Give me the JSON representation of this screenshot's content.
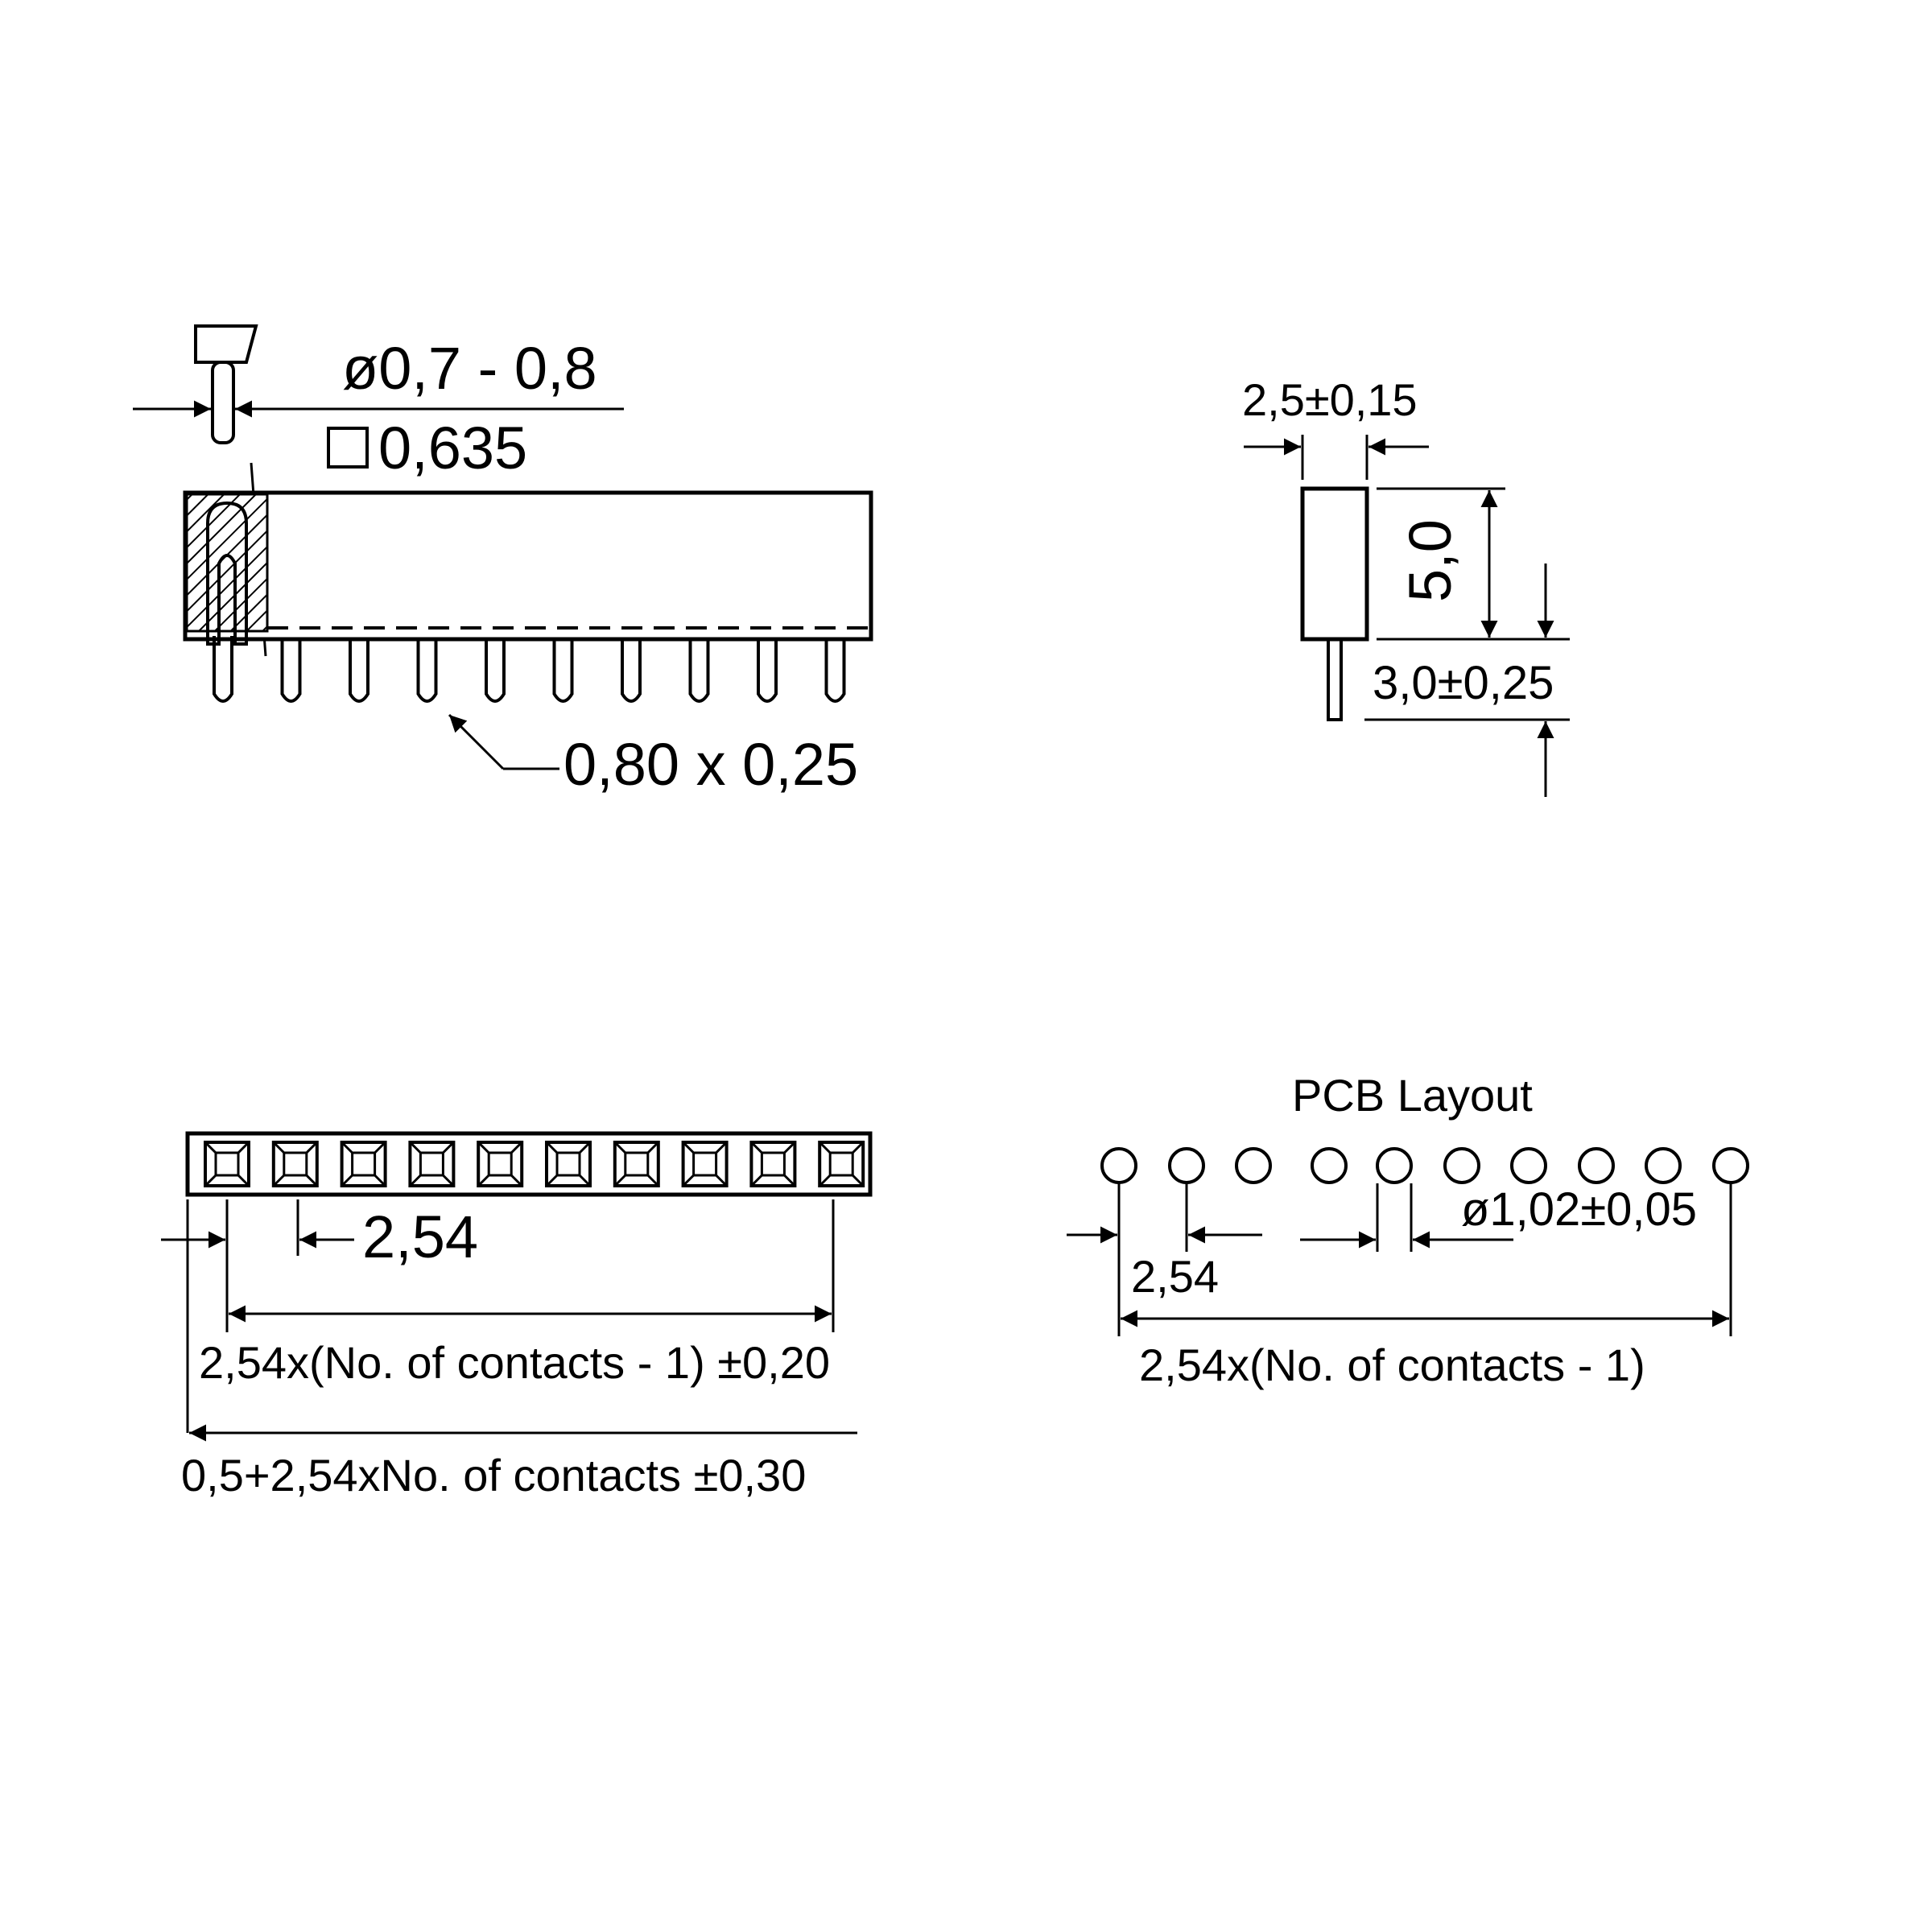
{
  "labels": {
    "pin_diameter": "ø0,7 - 0,8",
    "pin_square": "0,635",
    "contact_size": "0,80 x 0,25",
    "side_width": "2,5±0,15",
    "side_height": "5,0",
    "side_pin_length": "3,0±0,25",
    "top_pitch": "2,54",
    "top_span": "2,54x(No. of contacts - 1) ±0,20",
    "top_total": "0,5+2,54xNo. of contacts ±0,30",
    "pcb_title": "PCB Layout",
    "pcb_hole": "ø1,02±0,05",
    "pcb_pitch": "2,54",
    "pcb_span": "2,54x(No. of contacts - 1)"
  },
  "counts": {
    "contacts": 10
  }
}
